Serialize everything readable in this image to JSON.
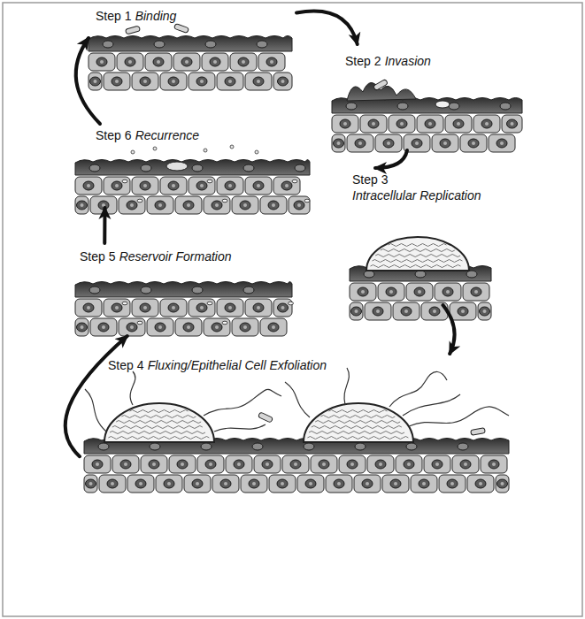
{
  "diagram": {
    "nodes": [
      {
        "text": [
          "Step 1",
          "Binding"
        ]
      },
      {
        "text": [
          "Step 2",
          "Invasion"
        ]
      },
      {
        "text": [
          "Step 3",
          "Intracellular Replication"
        ]
      },
      {
        "text": [
          "Step 4",
          "Fluxing/Epithelial Cell Exfoliation"
        ]
      },
      {
        "text": [
          "Step 5",
          "Reservoir Formation"
        ]
      },
      {
        "text": [
          "Step 6",
          "Recurrence"
        ]
      }
    ],
    "edges": [
      {
        "from": 0,
        "to": 1,
        "arrow": "to"
      },
      {
        "from": 1,
        "to": 2,
        "arrow": "to"
      },
      {
        "from": 2,
        "to": 3,
        "arrow": "to"
      },
      {
        "from": 3,
        "to": 4,
        "arrow": "to"
      },
      {
        "from": 4,
        "to": 5,
        "arrow": "to"
      },
      {
        "from": 5,
        "to": 0,
        "arrow": "to"
      }
    ]
  }
}
